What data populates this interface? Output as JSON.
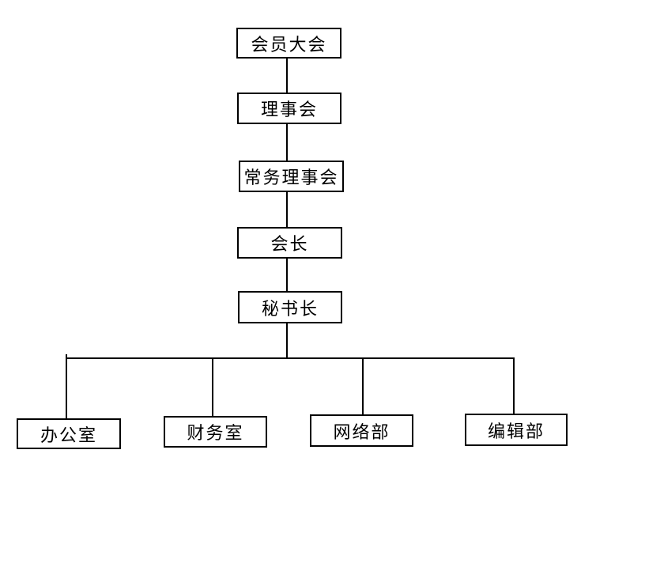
{
  "diagram": {
    "type": "org-chart",
    "title": "",
    "nodes": [
      {
        "id": "members-assembly",
        "label": "会员大会",
        "level": 1
      },
      {
        "id": "council",
        "label": "理事会",
        "level": 2
      },
      {
        "id": "standing-council",
        "label": "常务理事会",
        "level": 3
      },
      {
        "id": "president",
        "label": "会长",
        "level": 4
      },
      {
        "id": "secretary-general",
        "label": "秘书长",
        "level": 5
      },
      {
        "id": "office",
        "label": "办公室",
        "level": 6
      },
      {
        "id": "finance-office",
        "label": "财务室",
        "level": 6
      },
      {
        "id": "network-dept",
        "label": "网络部",
        "level": 6
      },
      {
        "id": "editorial-dept",
        "label": "编辑部",
        "level": 6
      }
    ],
    "edges": [
      {
        "from": "members-assembly",
        "to": "council"
      },
      {
        "from": "council",
        "to": "standing-council"
      },
      {
        "from": "standing-council",
        "to": "president"
      },
      {
        "from": "president",
        "to": "secretary-general"
      },
      {
        "from": "secretary-general",
        "to": "office"
      },
      {
        "from": "secretary-general",
        "to": "finance-office"
      },
      {
        "from": "secretary-general",
        "to": "network-dept"
      },
      {
        "from": "secretary-general",
        "to": "editorial-dept"
      }
    ],
    "colors": {
      "background": "#ffffff",
      "box_fill": "#ffffff",
      "box_border": "#000000",
      "line": "#000000",
      "text": "#000000"
    }
  }
}
